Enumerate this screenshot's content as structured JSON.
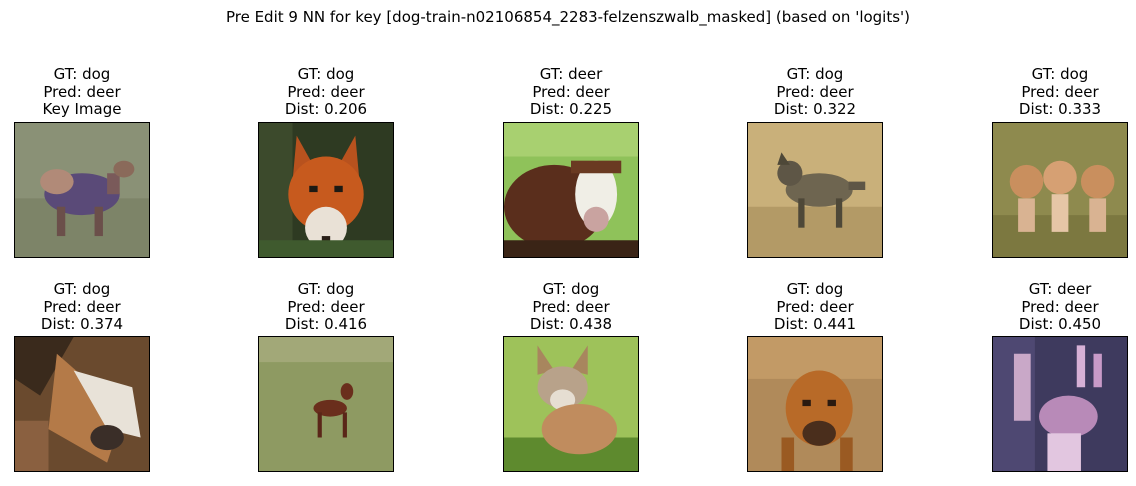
{
  "figure": {
    "title": "Pre Edit 9 NN for key [dog-train-n02106854_2283-felzenszwalb_masked] (based on 'logits')"
  },
  "panels": [
    {
      "gt": "GT: dog",
      "pred": "Pred: deer",
      "info": "Key Image",
      "content": "dog-key"
    },
    {
      "gt": "GT: dog",
      "pred": "Pred: deer",
      "info": "Dist: 0.206",
      "content": "fox"
    },
    {
      "gt": "GT: deer",
      "pred": "Pred: deer",
      "info": "Dist: 0.225",
      "content": "cow"
    },
    {
      "gt": "GT: dog",
      "pred": "Pred: deer",
      "info": "Dist: 0.322",
      "content": "coyote"
    },
    {
      "gt": "GT: dog",
      "pred": "Pred: deer",
      "info": "Dist: 0.333",
      "content": "three-dogs"
    },
    {
      "gt": "GT: dog",
      "pred": "Pred: deer",
      "info": "Dist: 0.374",
      "content": "dog-closeup"
    },
    {
      "gt": "GT: dog",
      "pred": "Pred: deer",
      "info": "Dist: 0.416",
      "content": "small-dog-field"
    },
    {
      "gt": "GT: dog",
      "pred": "Pred: deer",
      "info": "Dist: 0.438",
      "content": "fox-cub"
    },
    {
      "gt": "GT: dog",
      "pred": "Pred: deer",
      "info": "Dist: 0.441",
      "content": "brown-dog"
    },
    {
      "gt": "GT: deer",
      "pred": "Pred: deer",
      "info": "Dist: 0.450",
      "content": "deer-purple"
    }
  ]
}
